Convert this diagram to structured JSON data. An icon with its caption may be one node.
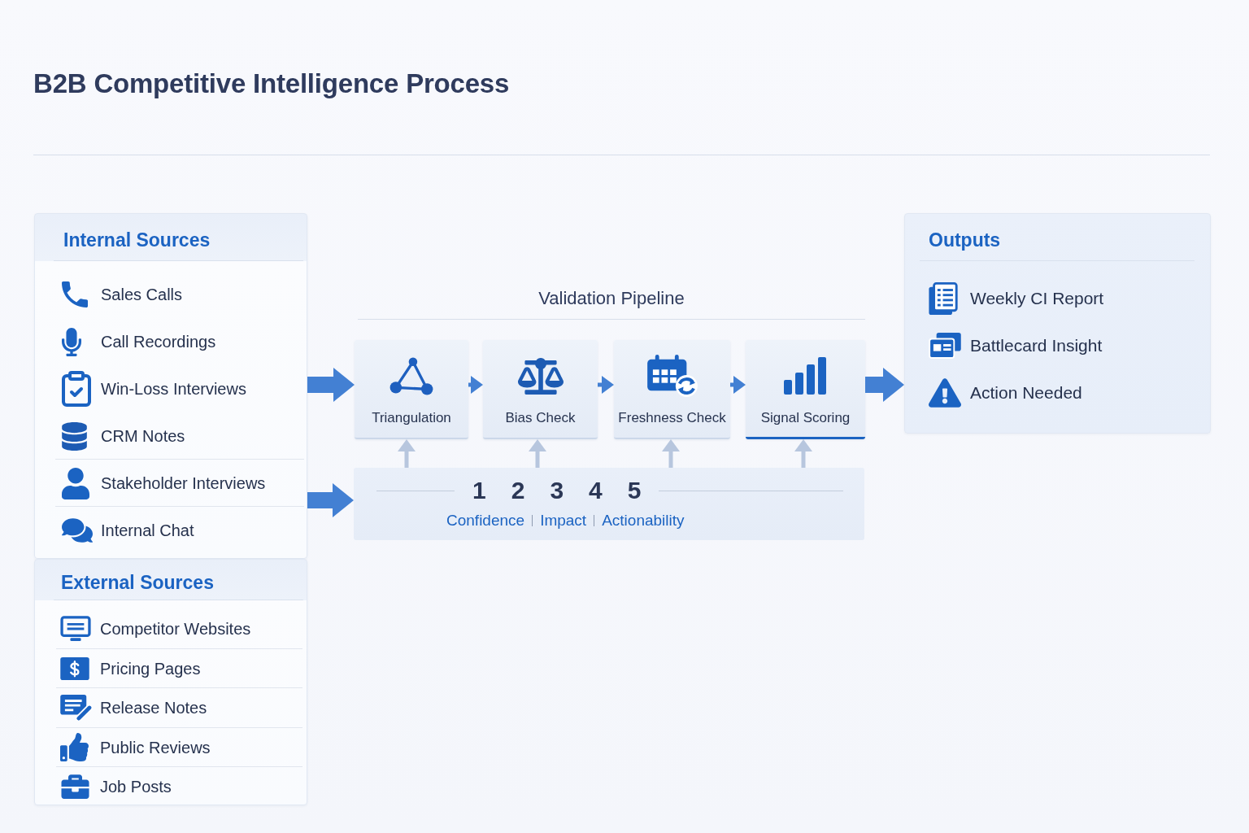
{
  "diagram": {
    "title": "B2B Competitive Intelligence Process",
    "nodes": [
      {
        "text": [
          "Internal Sources",
          "Sales Calls",
          "Call Recordings",
          "Win-Loss Interviews",
          "CRM Notes",
          "Stakeholder Interviews",
          "Internal Chat"
        ]
      },
      {
        "text": [
          "External Sources",
          "Competitor Websites",
          "Pricing Pages",
          "Release Notes",
          "Public Reviews",
          "Job Posts"
        ]
      },
      {
        "text": [
          "Triangulation"
        ]
      },
      {
        "text": [
          "Bias Check"
        ]
      },
      {
        "text": [
          "Freshness Check"
        ]
      },
      {
        "text": [
          "Signal Scoring"
        ]
      },
      {
        "text": [
          "1",
          "2",
          "3",
          "4",
          "5",
          "Confidence",
          "Impact",
          "Actionability"
        ]
      },
      {
        "text": [
          "Outputs",
          "Weekly CI Report",
          "Battlecard Insight",
          "Action Needed"
        ]
      }
    ],
    "edges": [
      {
        "from": 0,
        "to": 2,
        "arrow": "to",
        "style": "thick"
      },
      {
        "from": 0,
        "to": 6,
        "arrow": "to",
        "style": "thick"
      },
      {
        "from": 2,
        "to": 3,
        "arrow": "to"
      },
      {
        "from": 3,
        "to": 4,
        "arrow": "to"
      },
      {
        "from": 4,
        "to": 5,
        "arrow": "to"
      },
      {
        "from": 5,
        "to": 7,
        "arrow": "to",
        "style": "thick"
      },
      {
        "from": 6,
        "to": 2,
        "arrow": "to",
        "color": "#b7c6de"
      },
      {
        "from": 6,
        "to": 3,
        "arrow": "to",
        "color": "#b7c6de"
      },
      {
        "from": 6,
        "to": 4,
        "arrow": "to",
        "color": "#b7c6de"
      },
      {
        "from": 6,
        "to": 5,
        "arrow": "to",
        "color": "#b7c6de"
      }
    ],
    "labels": [
      "Validation Pipeline"
    ]
  }
}
